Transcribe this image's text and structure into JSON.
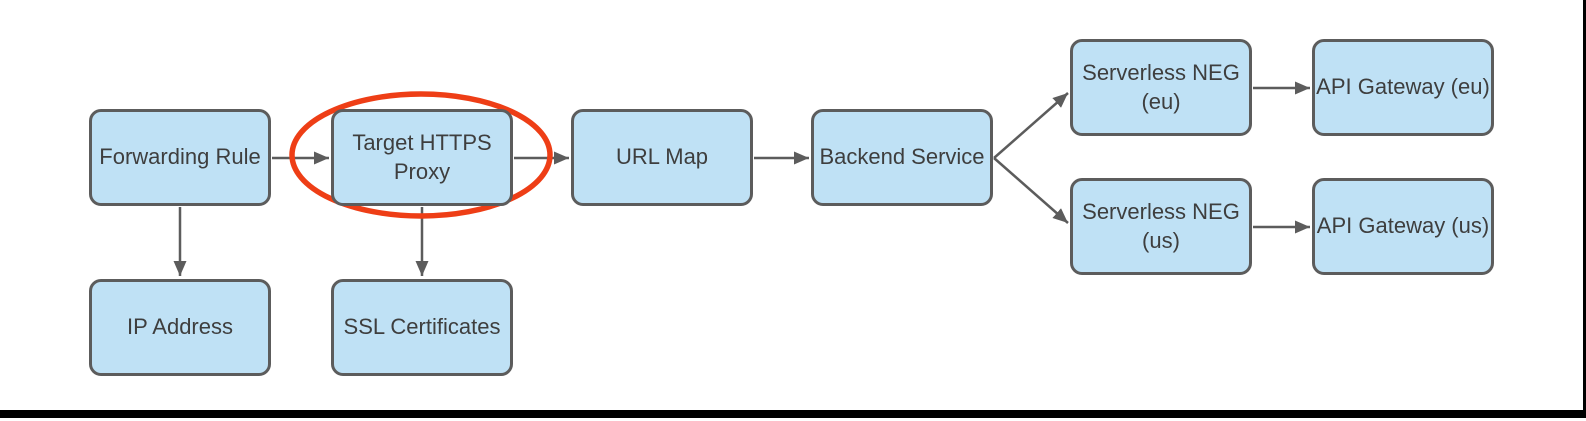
{
  "diagram": {
    "nodes": {
      "forwarding_rule": {
        "label": "Forwarding Rule"
      },
      "target_https_proxy": {
        "label": "Target HTTPS Proxy",
        "highlighted": true
      },
      "url_map": {
        "label": "URL Map"
      },
      "backend_service": {
        "label": "Backend Service"
      },
      "serverless_neg_eu": {
        "label": "Serverless NEG (eu)"
      },
      "api_gateway_eu": {
        "label": "API Gateway (eu)"
      },
      "serverless_neg_us": {
        "label": "Serverless NEG (us)"
      },
      "api_gateway_us": {
        "label": "API Gateway (us)"
      },
      "ip_address": {
        "label": "IP Address"
      },
      "ssl_certificates": {
        "label": "SSL Certificates"
      }
    },
    "edges": [
      {
        "from": "forwarding_rule",
        "to": "target_https_proxy"
      },
      {
        "from": "target_https_proxy",
        "to": "url_map"
      },
      {
        "from": "url_map",
        "to": "backend_service"
      },
      {
        "from": "backend_service",
        "to": "serverless_neg_eu"
      },
      {
        "from": "backend_service",
        "to": "serverless_neg_us"
      },
      {
        "from": "serverless_neg_eu",
        "to": "api_gateway_eu"
      },
      {
        "from": "serverless_neg_us",
        "to": "api_gateway_us"
      },
      {
        "from": "forwarding_rule",
        "to": "ip_address"
      },
      {
        "from": "target_https_proxy",
        "to": "ssl_certificates"
      }
    ],
    "annotation": {
      "type": "ellipse-highlight",
      "target": "target_https_proxy",
      "color": "#EE3E16"
    },
    "colors": {
      "node_fill": "#BFE1F5",
      "node_border": "#5C5C5C",
      "arrow": "#5C5C5C",
      "text": "#3E3E3E",
      "highlight": "#EE3E16",
      "frame": "#000000"
    }
  }
}
